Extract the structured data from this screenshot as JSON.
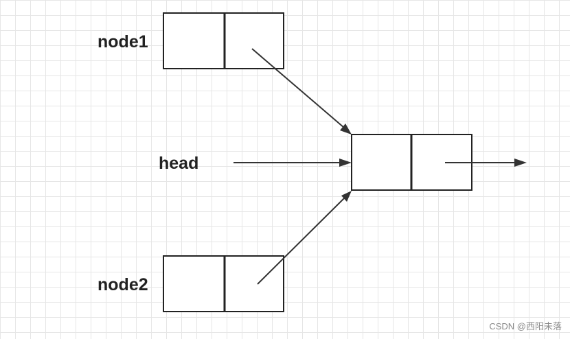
{
  "nodes": {
    "node1": {
      "label": "node1"
    },
    "node2": {
      "label": "node2"
    },
    "head": {
      "label": "head"
    }
  },
  "watermark": "CSDN @西阳未落",
  "colors": {
    "stroke": "#222222",
    "grid": "#e6e6e6",
    "background": "#ffffff",
    "watermark": "#8a8a8a"
  }
}
